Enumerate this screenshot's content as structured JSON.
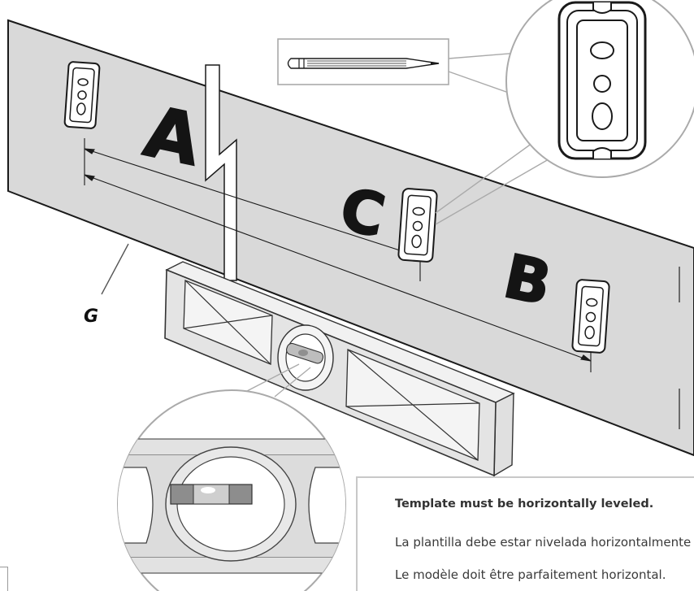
{
  "labels": {
    "a": "A",
    "b": "B",
    "c": "C",
    "g": "G"
  },
  "note": {
    "english": "Template must be horizontally leveled.",
    "spanish": "La plantilla debe estar nivelada horizontalmente",
    "french": "Le modèle doit être parfaitement horizontal."
  },
  "colors": {
    "template_fill": "#d9d9d9",
    "outline": "#1a1a1a",
    "level_fill": "#e4e4e4",
    "bubble": "#bdbdbd",
    "note_border": "#c8c8c8"
  },
  "icons": [
    "pencil-icon",
    "bracket-icon",
    "spirit-level-icon",
    "magnifier-callout-icon"
  ]
}
